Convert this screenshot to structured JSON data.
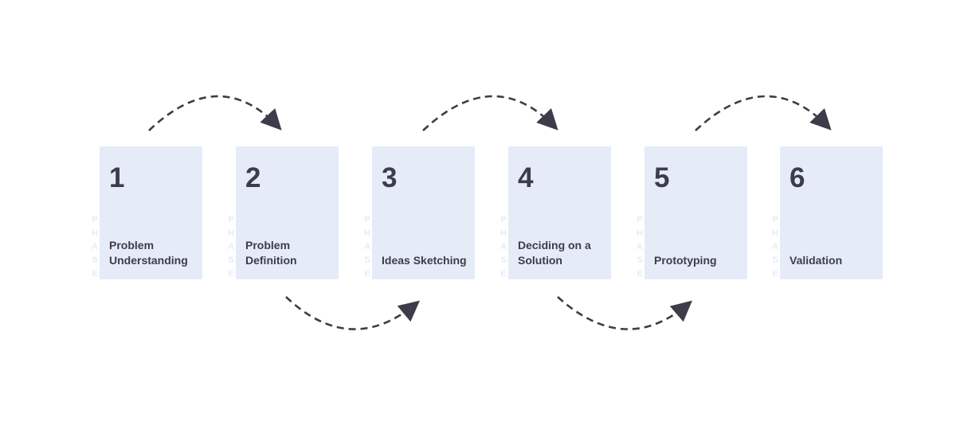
{
  "phase_word": "PHASE",
  "colors": {
    "card_bg": "#e5ecf8",
    "text": "#3d3c4a",
    "arrow": "#3d3c4a"
  },
  "phases": [
    {
      "number": "1",
      "title": "Problem Understanding"
    },
    {
      "number": "2",
      "title": "Problem Definition"
    },
    {
      "number": "3",
      "title": "Ideas Sketching"
    },
    {
      "number": "4",
      "title": "Deciding on a Solution"
    },
    {
      "number": "5",
      "title": "Prototyping"
    },
    {
      "number": "6",
      "title": "Validation"
    }
  ]
}
